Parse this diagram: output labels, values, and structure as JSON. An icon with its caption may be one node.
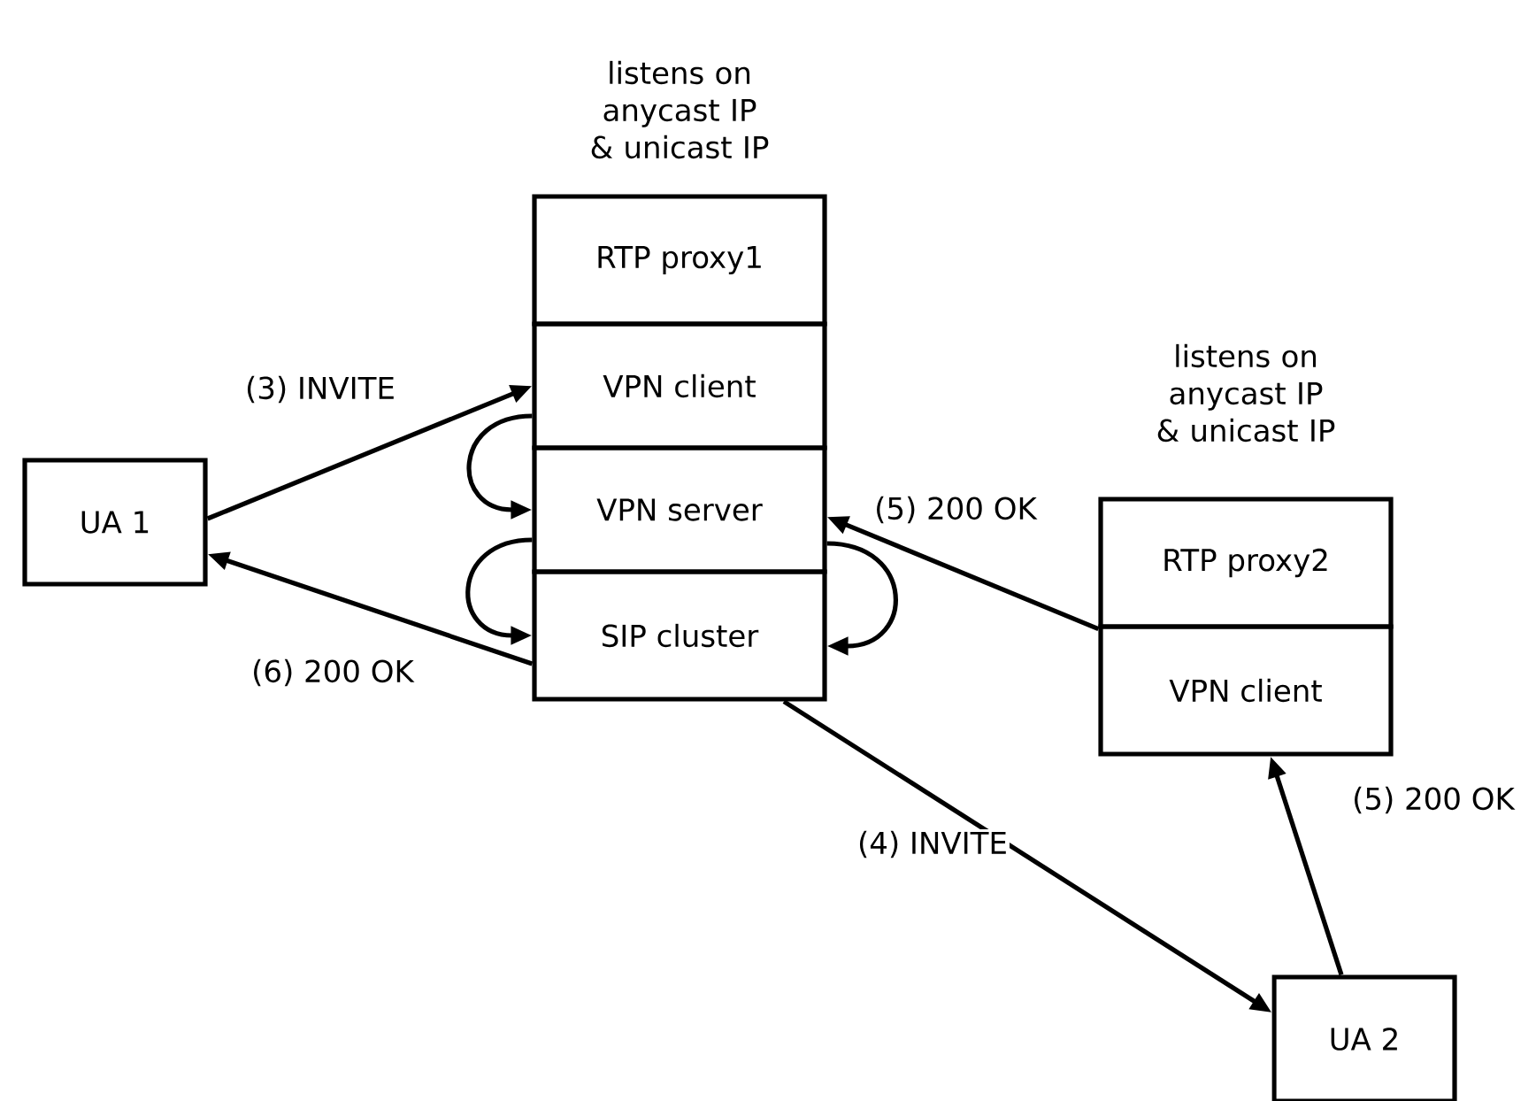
{
  "diagram": {
    "nodes": [
      {
        "text": [
          "UA 1"
        ]
      },
      {
        "text": [
          "RTP proxy1"
        ],
        "beside": [
          "listens on anycast IP & unicast IP"
        ]
      },
      {
        "text": [
          "VPN client"
        ]
      },
      {
        "text": [
          "VPN server"
        ]
      },
      {
        "text": [
          "SIP cluster"
        ]
      },
      {
        "text": [
          "RTP proxy2"
        ],
        "beside": [
          "listens on anycast IP & unicast IP"
        ]
      },
      {
        "text": [
          "VPN client"
        ]
      },
      {
        "text": [
          "UA 2"
        ]
      }
    ],
    "edges": [
      {
        "from": 0,
        "to": 2,
        "arrow": "to",
        "label": "(3) INVITE"
      },
      {
        "from": 2,
        "to": 3,
        "arrow": "to"
      },
      {
        "from": 3,
        "to": 4,
        "arrow": "to"
      },
      {
        "from": 4,
        "to": 0,
        "arrow": "to",
        "label": "(6) 200 OK"
      },
      {
        "from": 3,
        "to": 4,
        "arrow": "to"
      },
      {
        "from": 5,
        "to": 3,
        "arrow": "to",
        "label": "(5) 200 OK"
      },
      {
        "from": 4,
        "to": 7,
        "arrow": "to",
        "label": "(4) INVITE"
      },
      {
        "from": 7,
        "to": 6,
        "arrow": "to",
        "label": "(5) 200 OK"
      }
    ]
  }
}
